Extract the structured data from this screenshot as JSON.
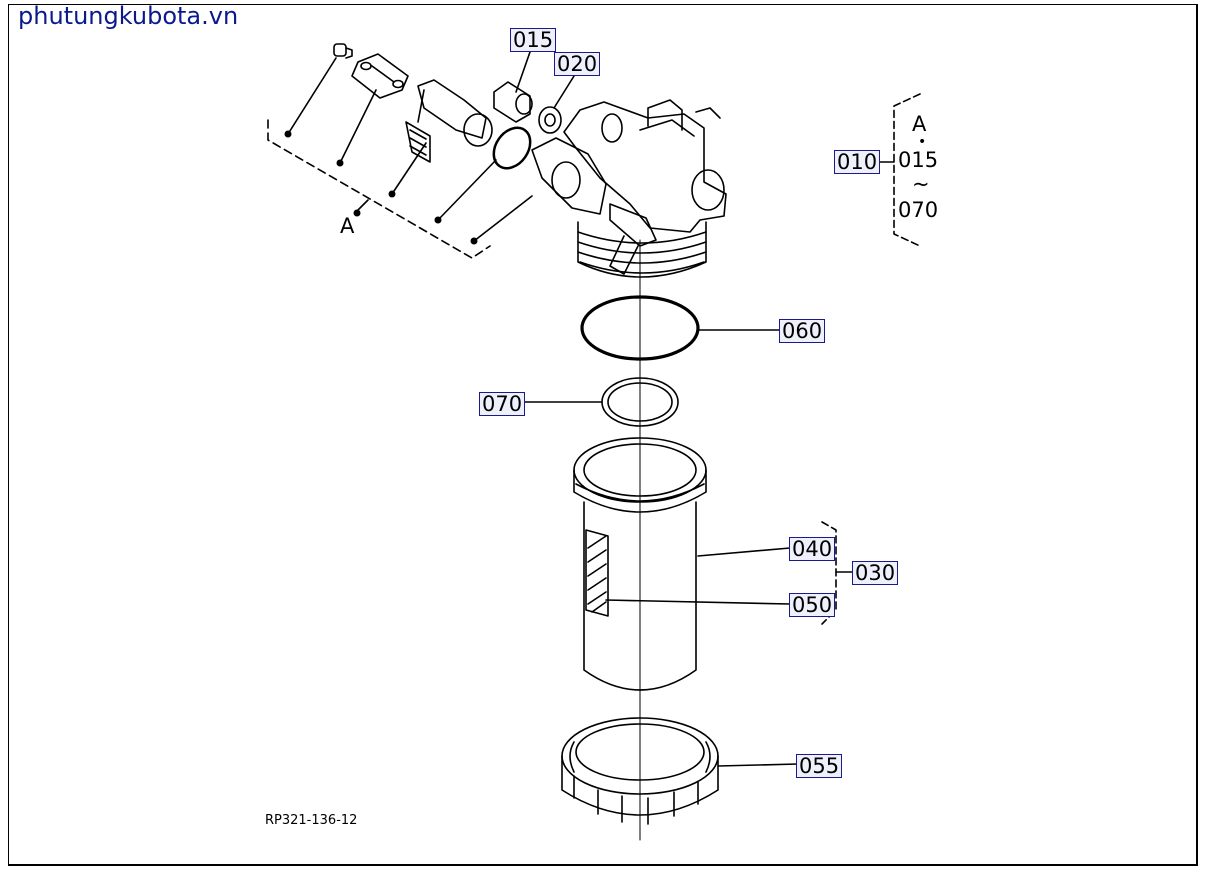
{
  "watermark": "phutungkubota.vn",
  "drawing_code": "RP321-136-12",
  "callouts": {
    "p015": "015",
    "p020": "020",
    "p010": "010",
    "p060": "060",
    "p070": "070",
    "p040": "040",
    "p030": "030",
    "p050": "050",
    "p055": "055"
  },
  "group_labels": {
    "a_main": "A",
    "a_bracket": "A",
    "bracket_015": "015",
    "bracket_tilde": "~",
    "bracket_070": "070"
  }
}
